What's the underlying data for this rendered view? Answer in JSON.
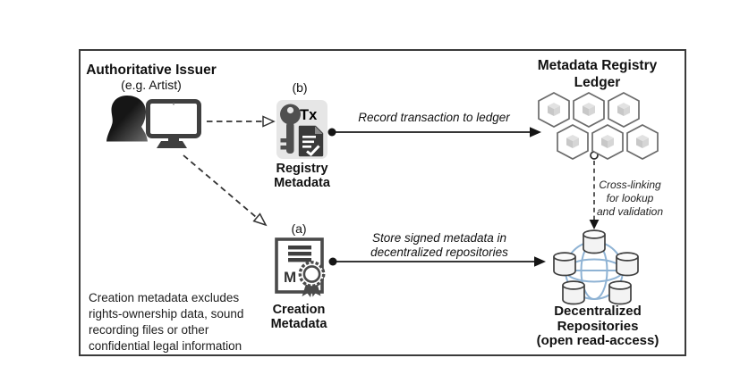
{
  "figure": {
    "issuer": {
      "title": "Authoritative Issuer",
      "subtitle": "(e.g. Artist)"
    },
    "registry": {
      "marker": "(b)",
      "tx": "Tx",
      "label": "Registry\nMetadata"
    },
    "creation": {
      "marker": "(a)",
      "m": "M",
      "label": "Creation\nMetadata"
    },
    "ledger": {
      "title": "Metadata Registry\nLedger"
    },
    "repositories": {
      "title": "Decentralized\nRepositories\n(open read-access)"
    },
    "arrows": {
      "record": "Record transaction to ledger",
      "store": "Store signed metadata in\ndecentralized repositories",
      "crosslink": "Cross-linking\nfor lookup\nand validation"
    },
    "note": "Creation metadata excludes rights-ownership data, sound recording files or other confidential legal information",
    "icons": {
      "person": "woman-silhouette-icon",
      "monitor": "computer-monitor-icon",
      "key": "key-icon",
      "document": "signed-transaction-document-icon",
      "certificate": "certificate-with-seal-icon",
      "ledger": "blockchain-cubes-icon",
      "repositories": "globe-with-databases-icon"
    },
    "colors": {
      "globe_blue": "#8fb3d4",
      "icon_dark": "#3f3f3f",
      "box_gray": "#e6e6e6"
    }
  }
}
